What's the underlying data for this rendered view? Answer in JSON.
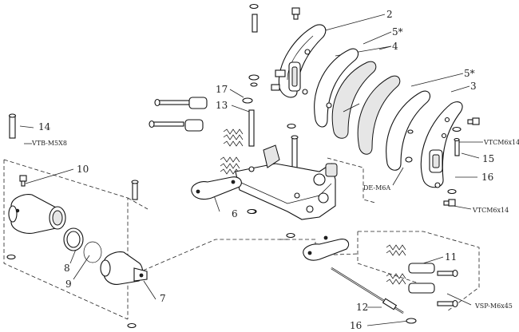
{
  "labels": {
    "l2": "2",
    "l5a": "5*",
    "l4": "4",
    "l5b": "5*",
    "l3": "3",
    "l17": "17",
    "l13": "13",
    "l14": "14",
    "lvtb": "VTB-M5X8",
    "l10": "10",
    "lvtcm1": "VTCM6x14",
    "l15": "15",
    "l16a": "16",
    "lde": "DE-M6A",
    "lvtcm2": "VTCM6x14",
    "l6": "6",
    "l11": "11",
    "lvsp": "VSP-M6x45",
    "l8": "8",
    "l9": "9",
    "l7": "7",
    "l12": "12",
    "l16b": "16"
  }
}
